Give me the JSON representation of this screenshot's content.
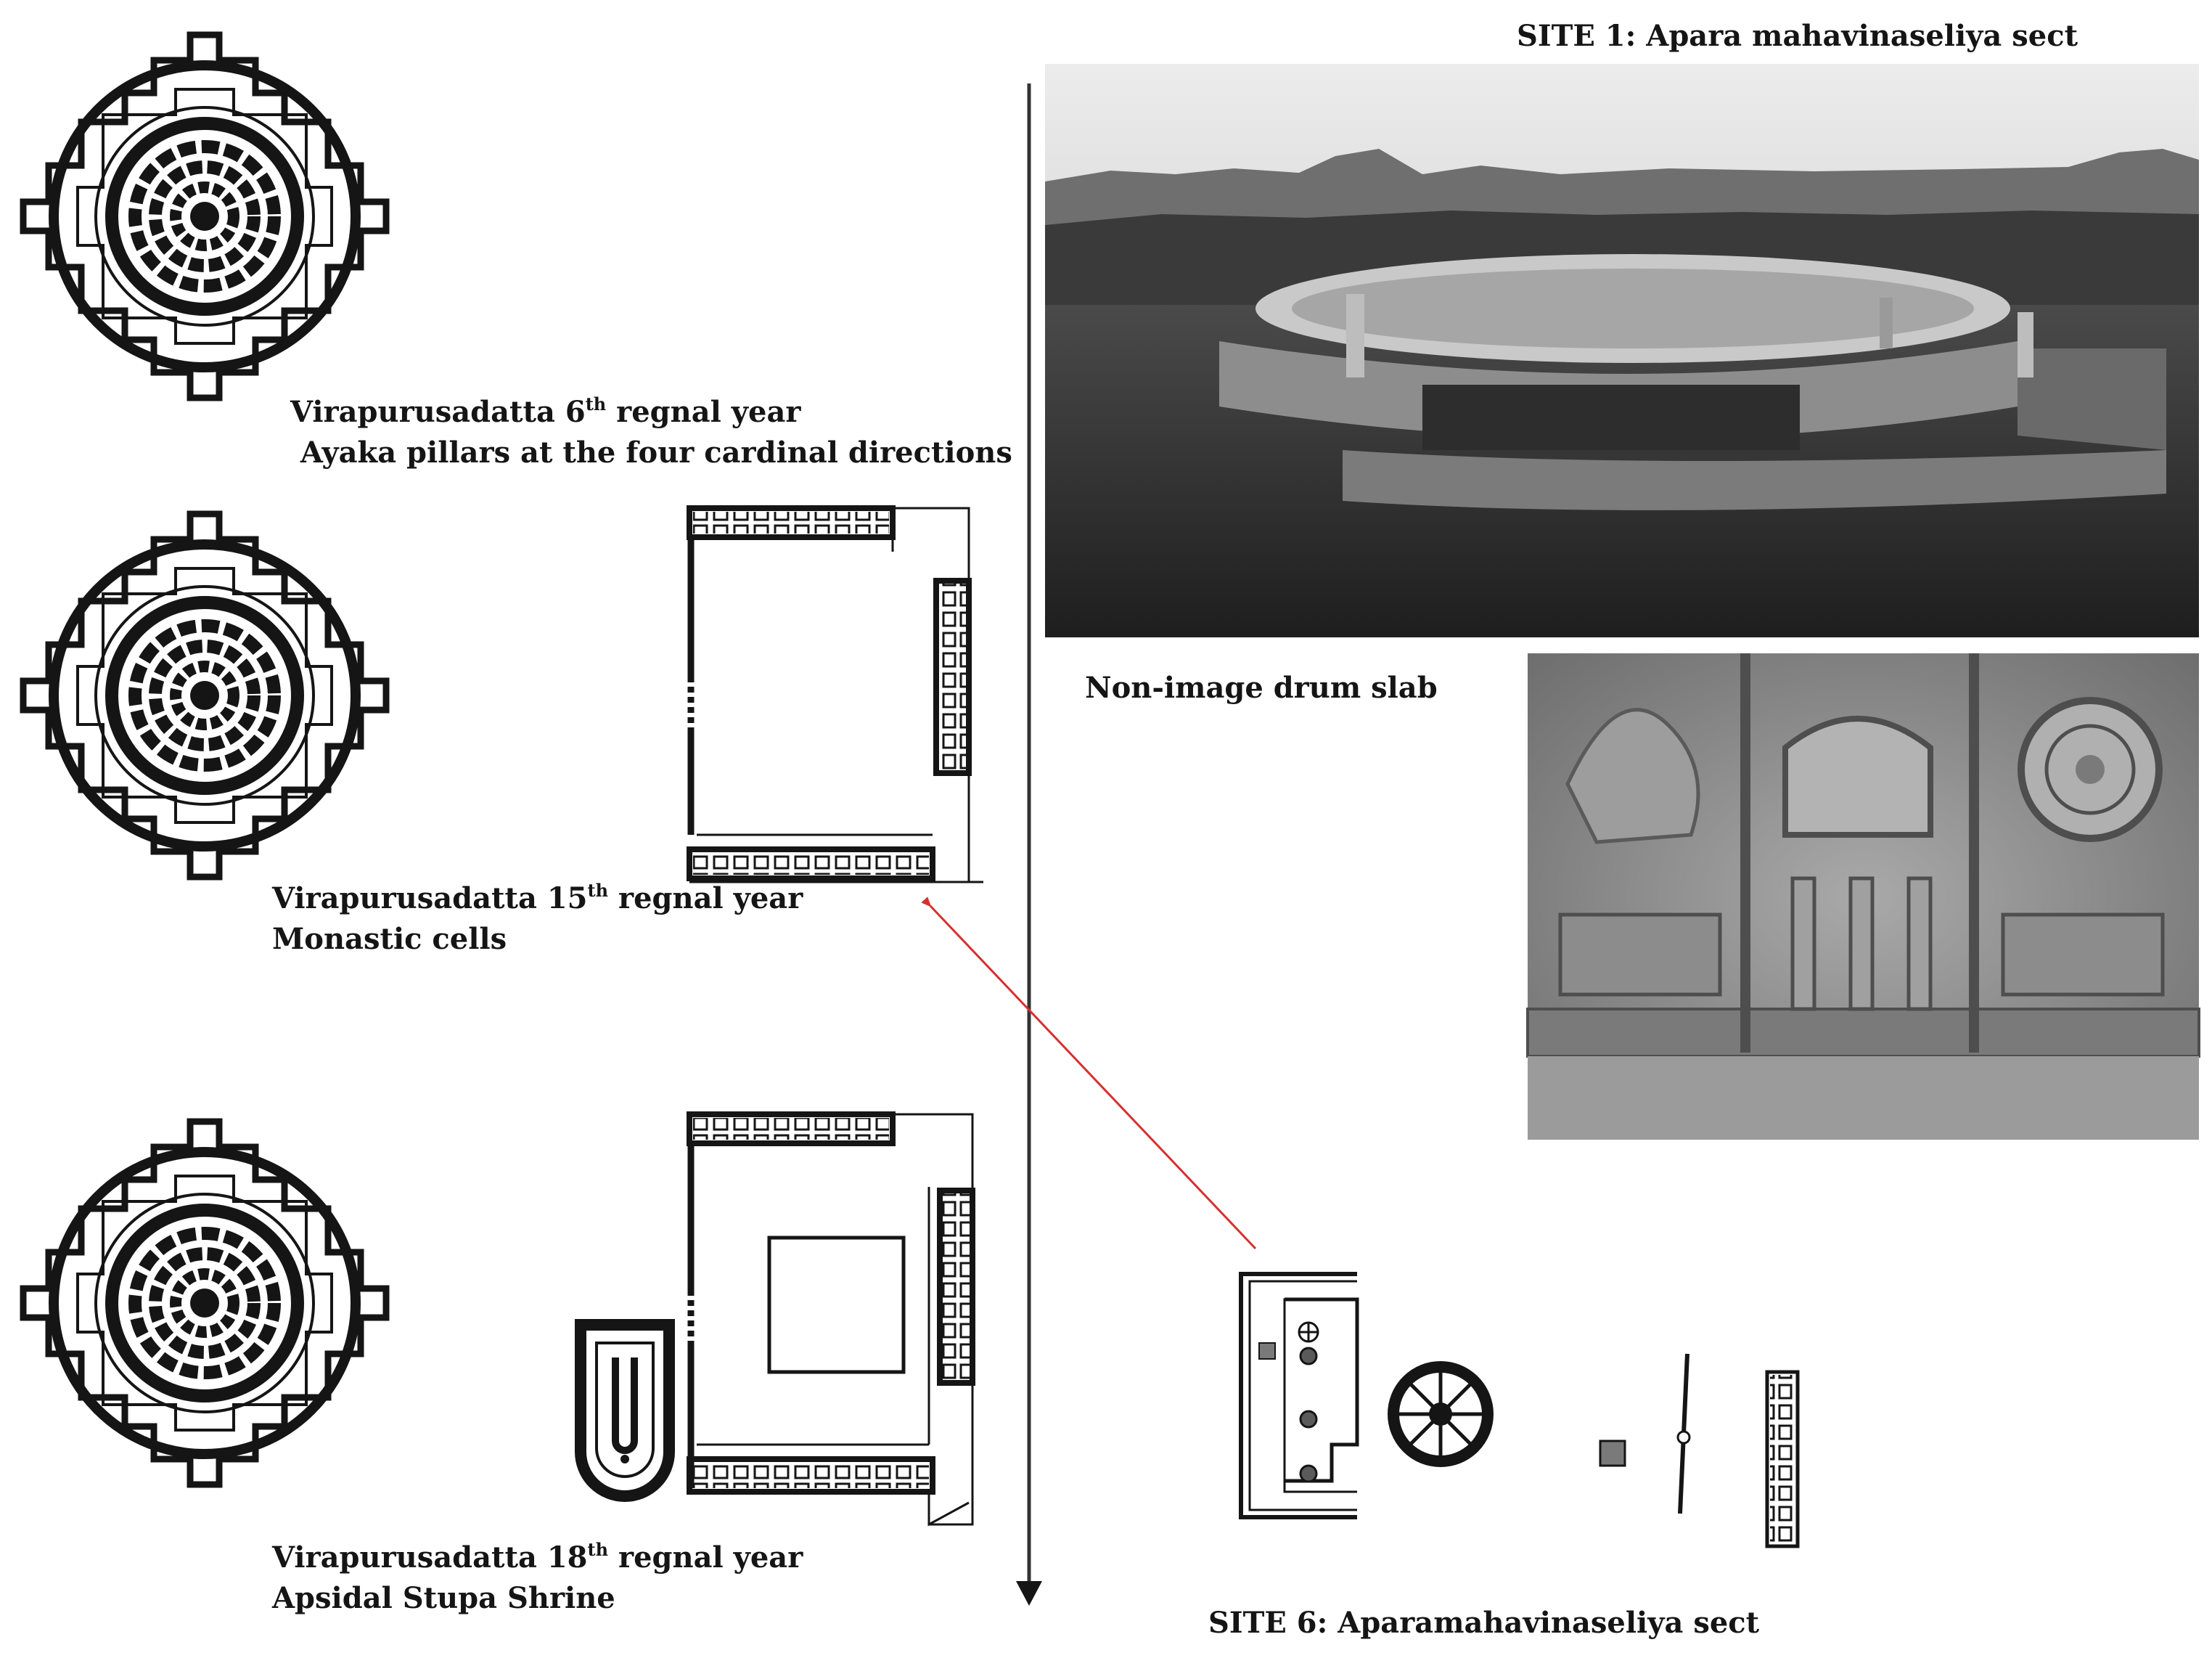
{
  "colors": {
    "ink": "#151515",
    "arrow": "#d63030",
    "photo_dark": "#2b2b2b",
    "photo_mid": "#7a7a7a",
    "photo_light": "#d8d8d8",
    "relief": "#8e8e8e"
  },
  "headings": {
    "site1": "SITE 1: Apara mahavinaseliya sect",
    "site6": "SITE 6: Aparamahavinaseliya sect",
    "drum_slab": "Non-image drum slab"
  },
  "phases": [
    {
      "name_pre": "Virapurusadatta 6",
      "ordinal": "th",
      "name_post": " regnal year",
      "detail": " Ayaka pillars at the four cardinal directions"
    },
    {
      "name_pre": "Virapurusadatta 15",
      "ordinal": "th",
      "name_post": " regnal year",
      "detail": "Monastic cells"
    },
    {
      "name_pre": "Virapurusadatta 18",
      "ordinal": "th",
      "name_post": " regnal year",
      "detail": "Apsidal Stupa Shrine"
    }
  ],
  "icons": {
    "timeline": "down-arrow-icon",
    "link": "red-arrow-icon",
    "stupa_plan": "stupa-plan-icon",
    "dharma_wheel": "wheel-icon"
  }
}
